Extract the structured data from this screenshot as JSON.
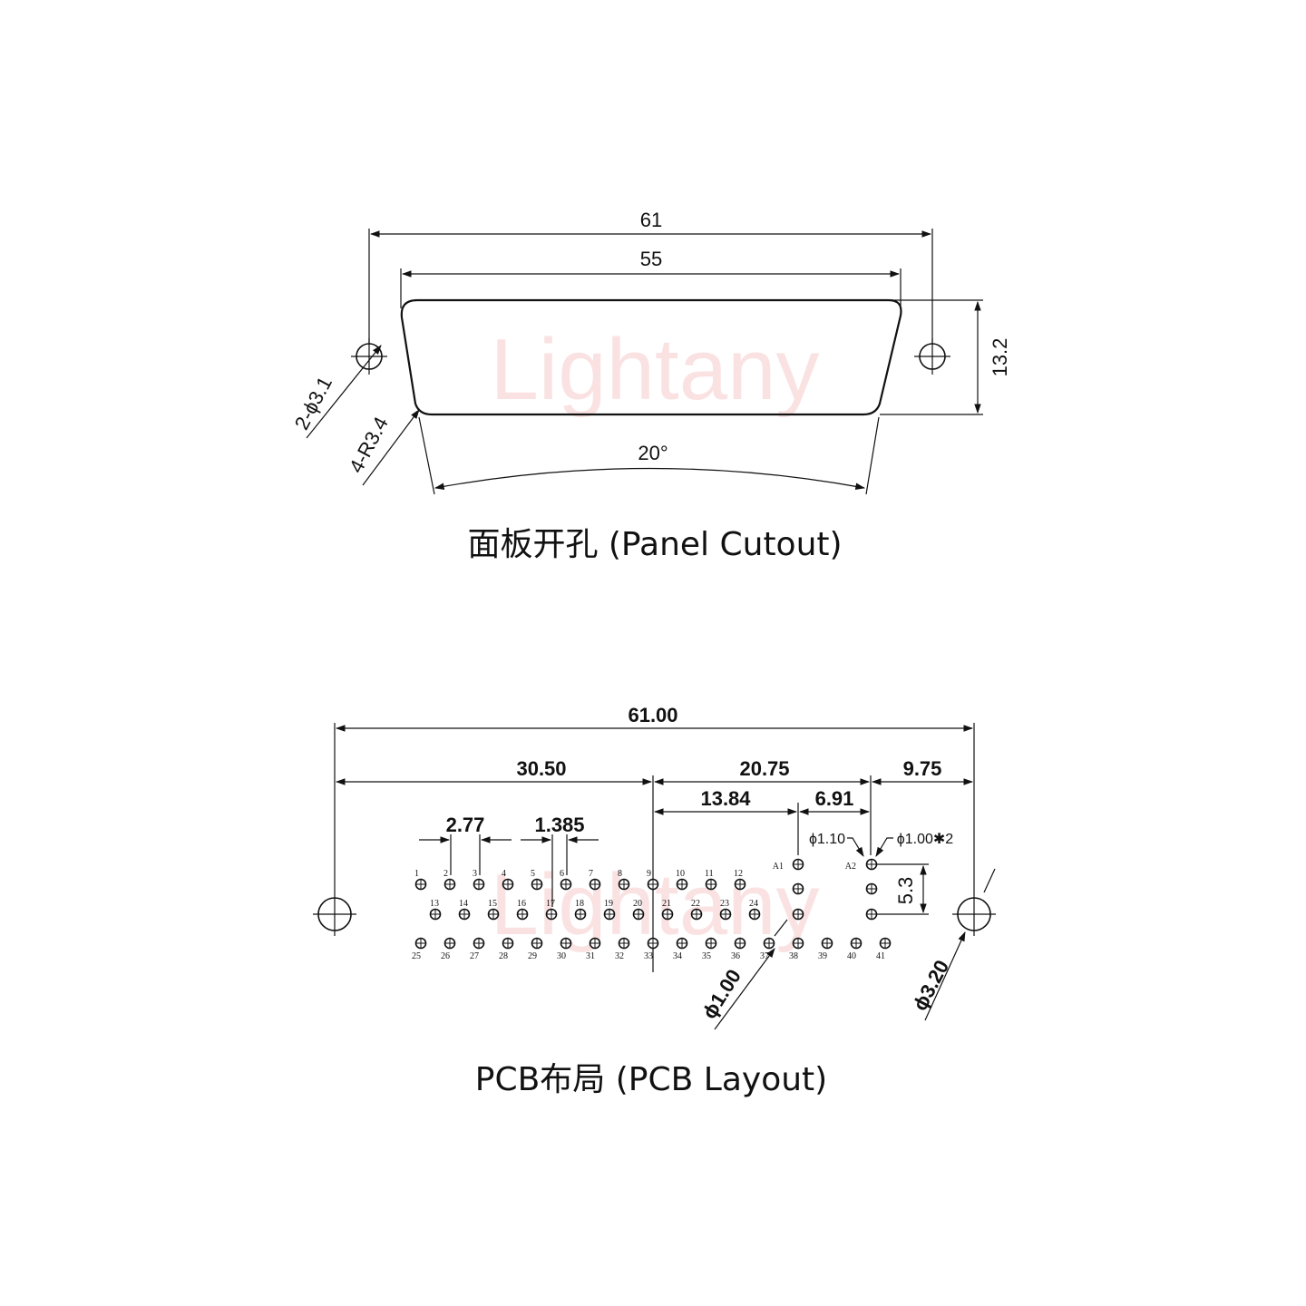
{
  "watermark": "Lightany",
  "panel_cutout": {
    "caption": "面板开孔 (Panel Cutout)",
    "dims": {
      "overall_width": "61",
      "inner_width": "55",
      "height": "13.2",
      "angle": "20°",
      "hole_callout": "2-ϕ3.1",
      "radius_callout": "4-R3.4"
    }
  },
  "pcb_layout": {
    "caption": "PCB布局 (PCB Layout)",
    "dims": {
      "overall": "61.00",
      "left_half": "30.50",
      "center_to_a2": "20.75",
      "right": "9.75",
      "center_to_a1": "13.84",
      "a1_to_a2": "6.91",
      "pitch": "2.77",
      "half_pitch": "1.385",
      "a1_hole": "ϕ1.10",
      "a2_hole": "ϕ1.00✱2",
      "row_spacing": "5.3",
      "signal_hole": "ϕ1.00",
      "mount_hole": "ϕ3.20"
    },
    "row1_pins": [
      "1",
      "2",
      "3",
      "4",
      "5",
      "6",
      "7",
      "8",
      "9",
      "10",
      "11",
      "12"
    ],
    "row2_pins": [
      "13",
      "14",
      "15",
      "16",
      "17",
      "18",
      "19",
      "20",
      "21",
      "22",
      "23",
      "24"
    ],
    "row3_pins": [
      "25",
      "26",
      "27",
      "28",
      "29",
      "30",
      "31",
      "32",
      "33",
      "34",
      "35",
      "36",
      "37",
      "38",
      "39",
      "40",
      "41"
    ],
    "coax_labels": [
      "A1",
      "A2"
    ]
  }
}
